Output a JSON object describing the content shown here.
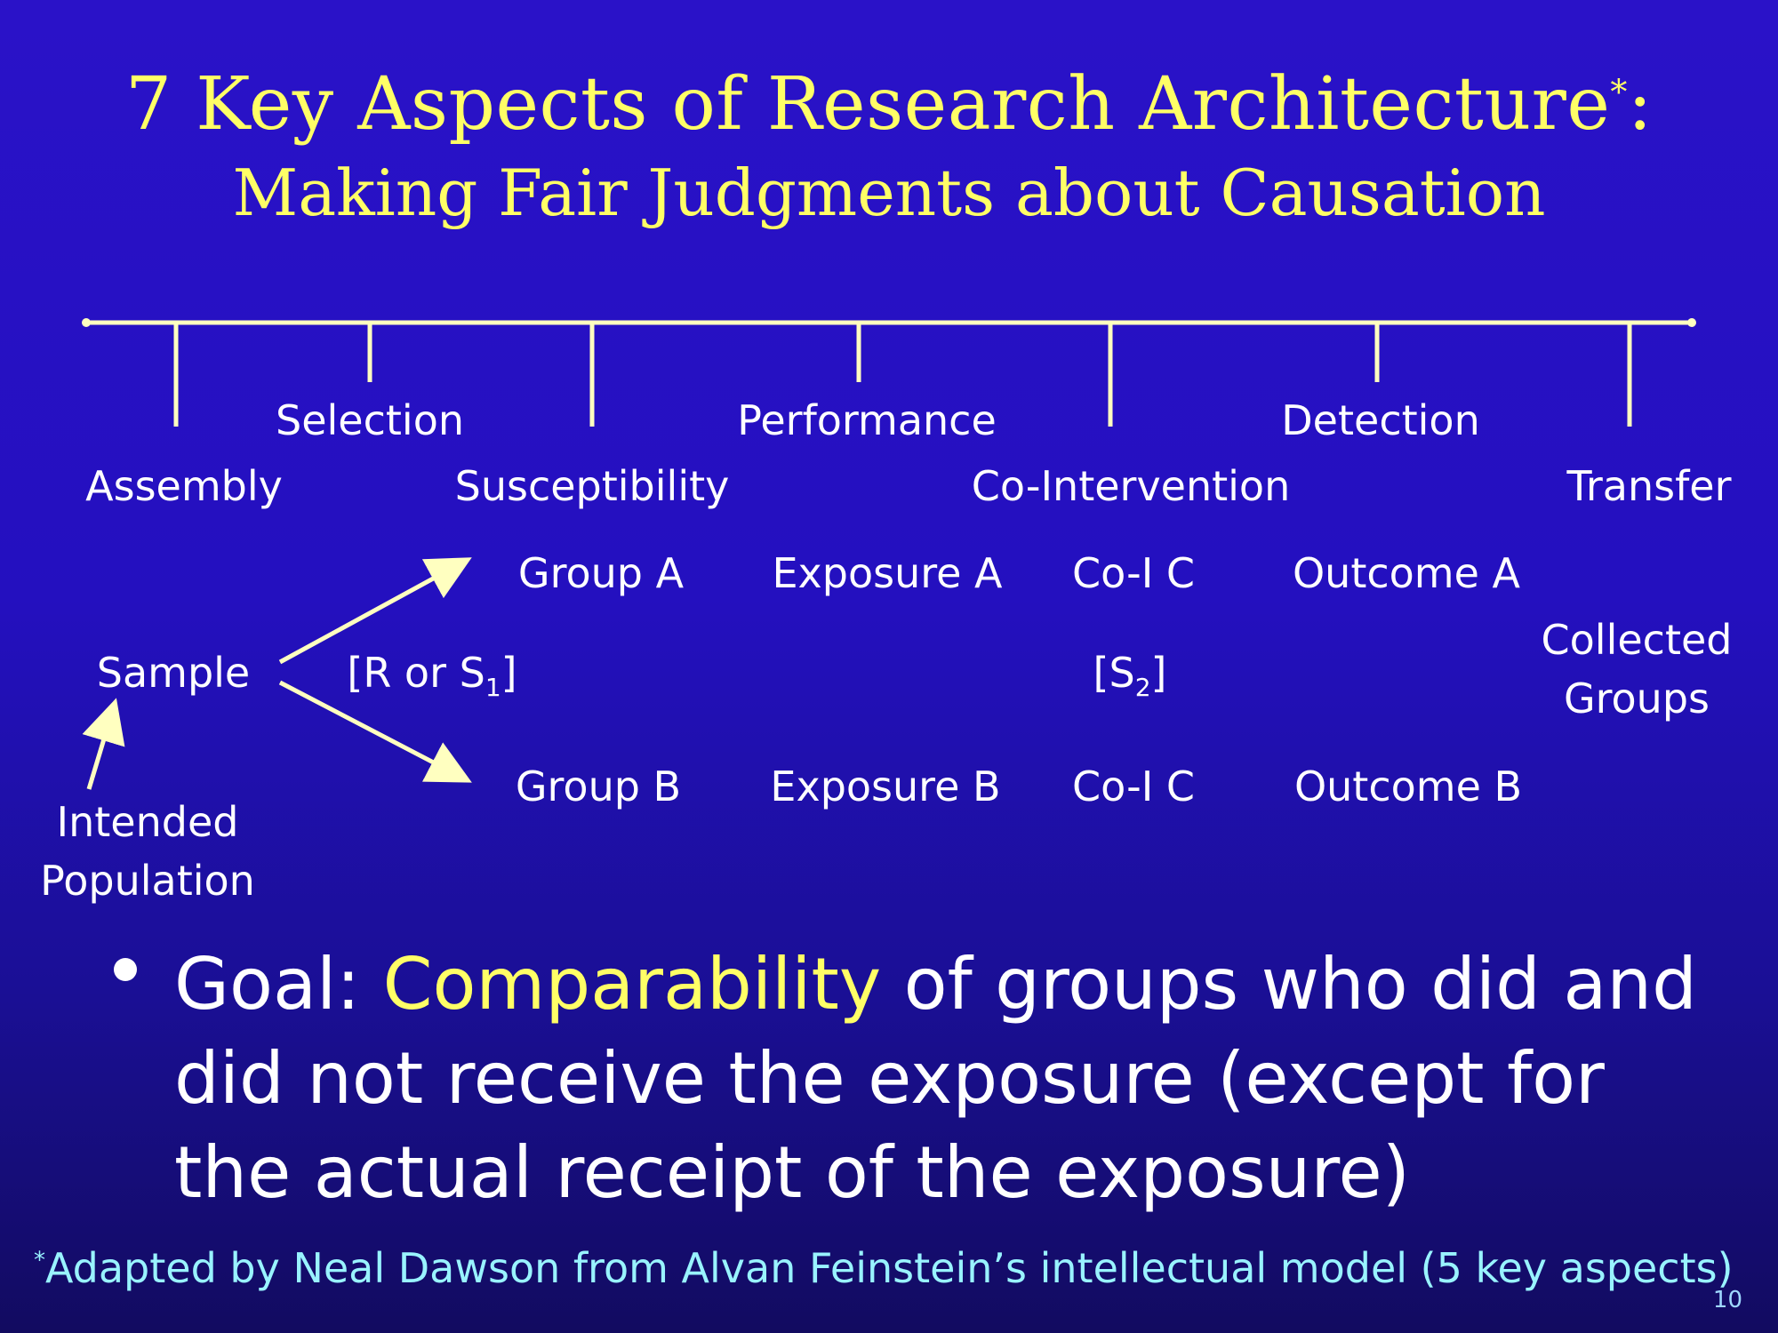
{
  "title": {
    "line1": "7 Key Aspects of Research Architecture",
    "star": "*",
    "colon": ":",
    "line2": "Making Fair Judgments about Causation"
  },
  "stages": {
    "selection": "Selection",
    "performance": "Performance",
    "detection": "Detection",
    "assembly": "Assembly",
    "susceptibility": "Susceptibility",
    "co_intervention": "Co-Intervention",
    "transfer": "Transfer"
  },
  "flow": {
    "group_a": "Group A",
    "group_b": "Group B",
    "exposure_a": "Exposure A",
    "exposure_b": "Exposure B",
    "coi_a": "Co-I C",
    "coi_b": "Co-I C",
    "outcome_a": "Outcome A",
    "outcome_b": "Outcome B",
    "sample": "Sample",
    "r_or_s_prefix": "[R or S",
    "r_or_s_sub": "1",
    "r_or_s_suffix": "]",
    "s2_prefix": "[S",
    "s2_sub": "2",
    "s2_suffix": "]",
    "collected_line1": "Collected",
    "collected_line2": "Groups",
    "intended_line1": "Intended",
    "intended_line2": "Population"
  },
  "bullet": {
    "prefix": "Goal: ",
    "highlight": "Comparability",
    "rest": " of groups who did and did not receive the exposure (except for the actual receipt of the exposure)"
  },
  "footnote": {
    "star": "*",
    "text": "Adapted by Neal Dawson from Alvan Feinstein’s intellectual model (5 key aspects)"
  },
  "page_number": "10",
  "colors": {
    "title": "#ffff66",
    "highlight": "#ffff66",
    "footnote": "#99f3ff",
    "background": "#2410bf"
  }
}
